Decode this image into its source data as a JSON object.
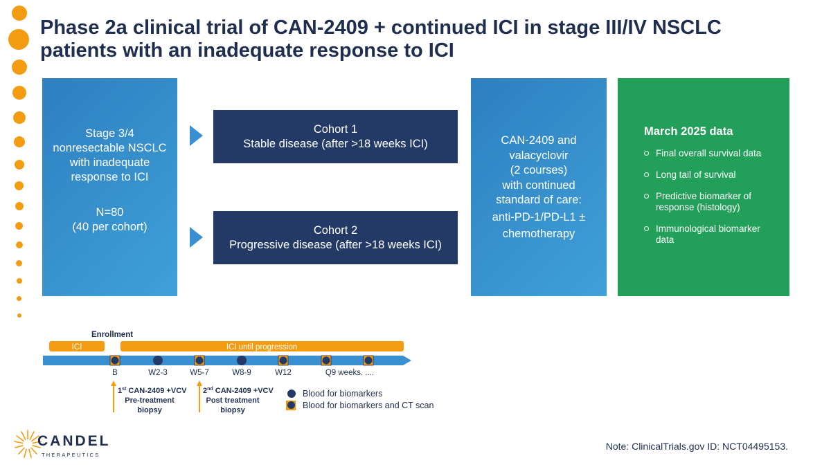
{
  "title": {
    "line1": "Phase 2a clinical trial of CAN-2409 + continued ICI in stage III/IV NSCLC",
    "line2": "patients with an inadequate response to ICI"
  },
  "population": {
    "line1": "Stage 3/4",
    "line2": "nonresectable NSCLC",
    "line3": "with inadequate",
    "line4": "response to ICI",
    "n_line1": "N=80",
    "n_line2": "(40 per cohort)"
  },
  "cohorts": [
    {
      "name": "Cohort 1",
      "desc": "Stable disease (after >18 weeks ICI)"
    },
    {
      "name": "Cohort 2",
      "desc": "Progressive disease (after >18 weeks ICI)"
    }
  ],
  "treatment": {
    "line1": "CAN-2409 and",
    "line2": "valacyclovir",
    "line3": "(2 courses)",
    "line4": "with continued",
    "line5": "standard of care:",
    "line6": "anti-PD-1/PD-L1 ±",
    "line7": "chemotherapy"
  },
  "data_box": {
    "heading": "March 2025 data",
    "items": [
      "Final overall survival data",
      "Long tail of survival",
      "Predictive biomarker of response (histology)",
      "Immunological biomarker data"
    ]
  },
  "timeline": {
    "enrollment_label": "Enrollment",
    "ici_label": "ICI",
    "ici_until_label": "ICI  until progression",
    "ticks": [
      "B",
      "W2-3",
      "W5-7",
      "W8-9",
      "W12",
      "Q9 weeks. ...."
    ],
    "dose1": {
      "ordinal": "1",
      "sup": "st",
      "label": " CAN-2409 +VCV",
      "sub1": "Pre-treatment",
      "sub2": "biopsy"
    },
    "dose2": {
      "ordinal": "2",
      "sup": "nd",
      "label": " CAN-2409 +VCV",
      "sub1": "Post treatment",
      "sub2": "biopsy"
    }
  },
  "legend": {
    "blood": "Blood for biomarkers",
    "blood_ct": "Blood for biomarkers and CT scan"
  },
  "logo": {
    "word": "CANDEL",
    "sub": "THERAPEUTICS"
  },
  "note": "Note: ClinicalTrials.gov ID: NCT04495153.",
  "colors": {
    "navy": "#243a66",
    "blue": "#3a8fd0",
    "green": "#22a05a",
    "orange": "#f39c12"
  }
}
